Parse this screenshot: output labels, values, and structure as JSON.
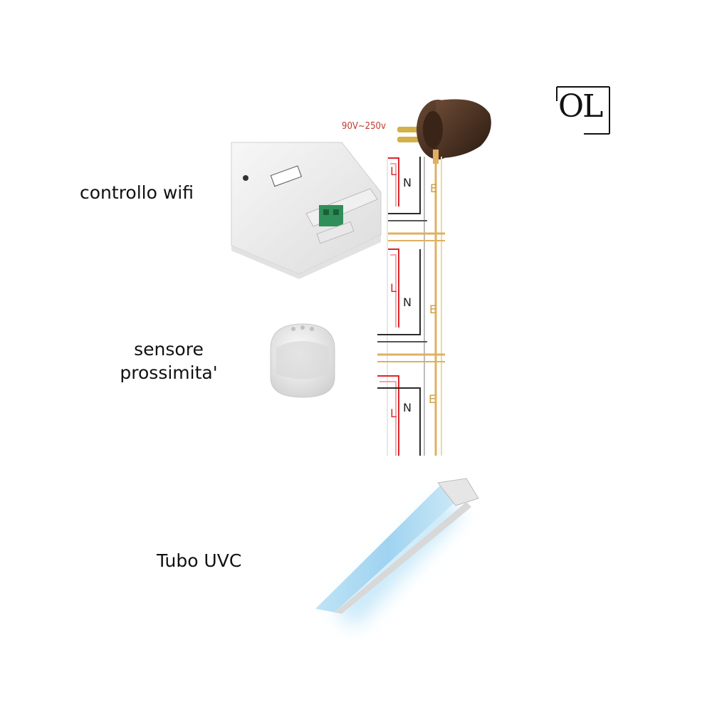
{
  "logo": {
    "text": "OL"
  },
  "supply": {
    "voltage": "90V~250v"
  },
  "wire_labels": {
    "live": "L",
    "neutral": "N",
    "earth": "E"
  },
  "components": {
    "wifi": {
      "label": "controllo wifi"
    },
    "sensor": {
      "label_line1": "sensore",
      "label_line2": "prossimita'"
    },
    "tube": {
      "label": "Tubo UVC"
    }
  },
  "colors": {
    "live": "#d8262c",
    "neutral": "#2b2b2b",
    "earth": "#e0b060"
  }
}
